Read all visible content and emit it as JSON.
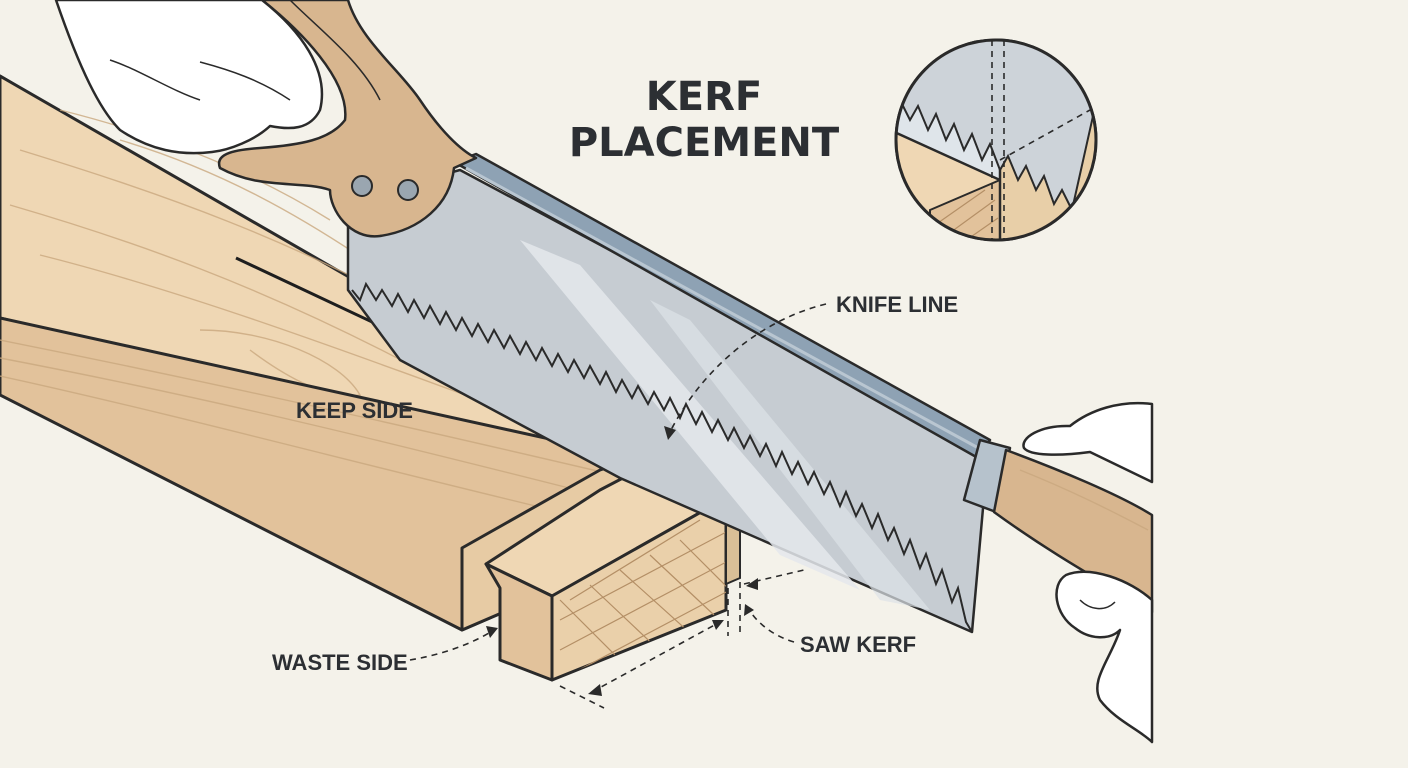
{
  "title": {
    "line1": "KERF",
    "line2": "PLACEMENT"
  },
  "labels": {
    "knife_line": "KNIFE LINE",
    "keep_side": "KEEP SIDE",
    "waste_side": "WASTE SIDE",
    "saw_kerf": "SAW KERF"
  },
  "colors": {
    "background": "#f4f2ea",
    "wood_top": "#efd7b4",
    "wood_side": "#e2c29b",
    "wood_end": "#ead0aa",
    "saw_blade": "#c6ccd2",
    "saw_spine": "#8ea2b4",
    "handle": "#d8b68f",
    "outline": "#2a2a2a"
  }
}
